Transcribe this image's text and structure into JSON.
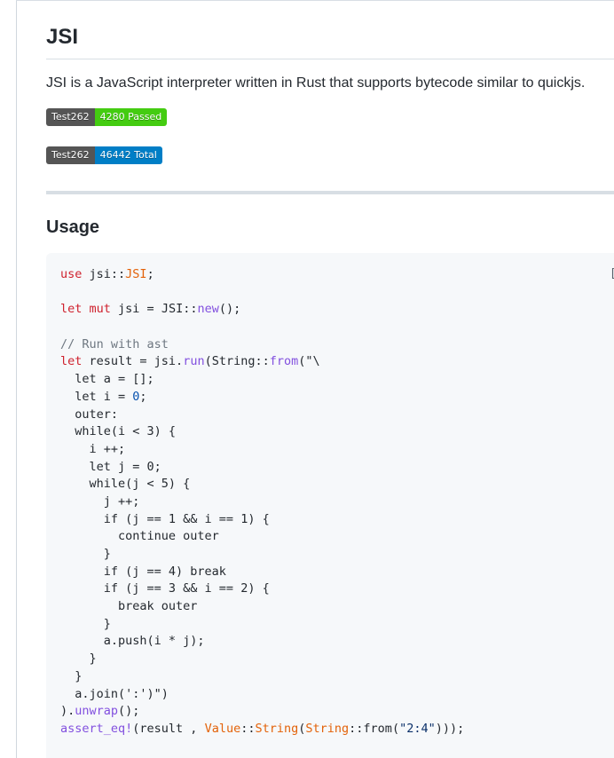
{
  "readme": {
    "title": "JSI",
    "description": "JSI is a JavaScript interpreter written in Rust that supports bytecode similar to quickjs.",
    "badges": [
      {
        "label": "Test262",
        "value": "4280 Passed",
        "color": "#4c1"
      },
      {
        "label": "Test262",
        "value": "46442 Total",
        "color": "#007ec6"
      }
    ],
    "usage_heading": "Usage",
    "copy_icon": "copy-icon"
  },
  "code": {
    "lines": [
      [
        {
          "t": "use",
          "c": "kw"
        },
        {
          "t": " jsi::"
        },
        {
          "t": "JSI",
          "c": "ty"
        },
        {
          "t": ";"
        }
      ],
      [],
      [
        {
          "t": "let",
          "c": "kw"
        },
        {
          "t": " "
        },
        {
          "t": "mut",
          "c": "kw"
        },
        {
          "t": " jsi = JSI::"
        },
        {
          "t": "new",
          "c": "fn"
        },
        {
          "t": "();"
        }
      ],
      [],
      [
        {
          "t": "// Run with ast",
          "c": "cm"
        }
      ],
      [
        {
          "t": "let",
          "c": "kw"
        },
        {
          "t": " result = jsi."
        },
        {
          "t": "run",
          "c": "fn"
        },
        {
          "t": "(String::"
        },
        {
          "t": "from",
          "c": "fn"
        },
        {
          "t": "(\"\\"
        }
      ],
      [
        {
          "t": "  let a = [];"
        }
      ],
      [
        {
          "t": "  let i = "
        },
        {
          "t": "0",
          "c": "nm"
        },
        {
          "t": ";"
        }
      ],
      [
        {
          "t": "  outer:"
        }
      ],
      [
        {
          "t": "  while(i < 3) {"
        }
      ],
      [
        {
          "t": "    i ++;"
        }
      ],
      [
        {
          "t": "    let j = 0;"
        }
      ],
      [
        {
          "t": "    while(j < 5) {"
        }
      ],
      [
        {
          "t": "      j ++;"
        }
      ],
      [
        {
          "t": "      if (j == 1 && i == 1) {"
        }
      ],
      [
        {
          "t": "        continue outer"
        }
      ],
      [
        {
          "t": "      }"
        }
      ],
      [
        {
          "t": "      if (j == 4) break"
        }
      ],
      [
        {
          "t": "      if (j == 3 && i == 2) {"
        }
      ],
      [
        {
          "t": "        break outer"
        }
      ],
      [
        {
          "t": "      }"
        }
      ],
      [
        {
          "t": "      a.push(i * j);"
        }
      ],
      [
        {
          "t": "    }"
        }
      ],
      [
        {
          "t": "  }"
        }
      ],
      [
        {
          "t": "  a.join(':')\")"
        }
      ],
      [
        {
          "t": ")."
        },
        {
          "t": "unwrap",
          "c": "fn"
        },
        {
          "t": "();"
        }
      ],
      [
        {
          "t": "assert_eq!",
          "c": "fn"
        },
        {
          "t": "(result , "
        },
        {
          "t": "Value",
          "c": "ty"
        },
        {
          "t": "::"
        },
        {
          "t": "String",
          "c": "ty"
        },
        {
          "t": "("
        },
        {
          "t": "String",
          "c": "ty"
        },
        {
          "t": "::from("
        },
        {
          "t": "\"2:4\"",
          "c": "st"
        },
        {
          "t": ")));"
        }
      ]
    ]
  }
}
